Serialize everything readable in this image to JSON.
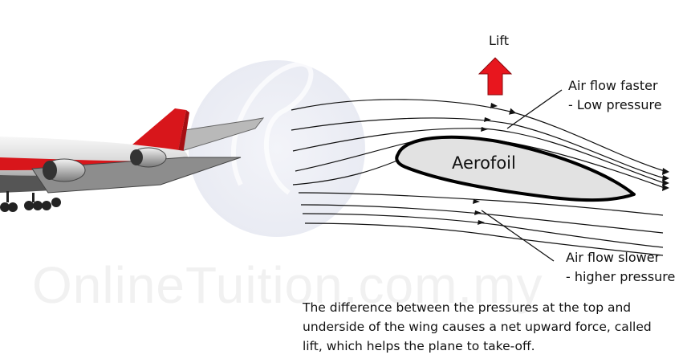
{
  "labels": {
    "lift": "Lift",
    "aerofoil": "Aerofoil",
    "top_flow_line1": "Air flow faster",
    "top_flow_line2": "- Low pressure",
    "bottom_flow_line1": "Air flow slower",
    "bottom_flow_line2": "- higher pressure"
  },
  "caption": {
    "line1": "The difference between the pressures at the top and",
    "line2": "underside of the wing causes a net upward force, called",
    "line3": "lift, which helps the plane to take-off."
  },
  "watermark": "OnlineTuition.com.my",
  "colors": {
    "lift_arrow": "#e8161e",
    "aerofoil_fill": "#e2e2e2",
    "aerofoil_stroke": "#000000",
    "plane_red": "#d8161b",
    "background_circle": "#eef0f7"
  },
  "icons": {
    "lift_arrow": "up-arrow-icon",
    "plane": "airplane-illustration"
  }
}
